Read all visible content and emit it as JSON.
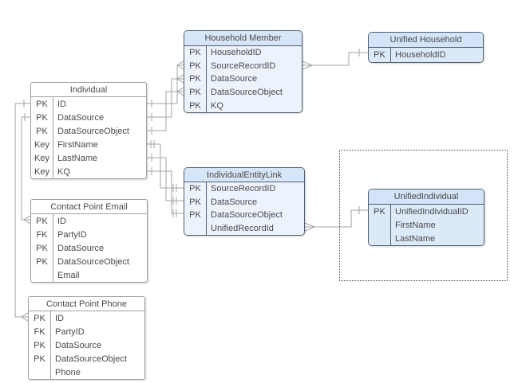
{
  "diagram_type": "entity-relationship-diagram",
  "colors": {
    "blue_header": "#d6e5f8",
    "blue_body": "#edf3fc",
    "deep_blue_body": "#dce9f9",
    "blue_border": "#51606e",
    "gray_border": "#9aa1a8",
    "connector": "#a3a3a3",
    "text": "#4a4a4a"
  },
  "entities": {
    "individual": {
      "title": "Individual",
      "rows": [
        {
          "key": "PK",
          "field": "ID"
        },
        {
          "key": "PK",
          "field": "DataSource"
        },
        {
          "key": "PK",
          "field": "DataSourceObject"
        },
        {
          "key": "Key",
          "field": "FirstName"
        },
        {
          "key": "Key",
          "field": "LastName"
        },
        {
          "key": "Key",
          "field": "KQ"
        }
      ]
    },
    "household_member": {
      "title": "Household Member",
      "rows": [
        {
          "key": "PK",
          "field": "HouseholdID"
        },
        {
          "key": "PK",
          "field": "SourceRecordID"
        },
        {
          "key": "PK",
          "field": "DataSource"
        },
        {
          "key": "PK",
          "field": "DataSourceObject"
        },
        {
          "key": "PK",
          "field": "KQ"
        }
      ]
    },
    "unified_household": {
      "title": "Unified Household",
      "rows": [
        {
          "key": "PK",
          "field": "HouseholdID"
        }
      ]
    },
    "individual_entity_link": {
      "title": "IndividualEntityLink",
      "rows": [
        {
          "key": "PK",
          "field": "SourceRecordID"
        },
        {
          "key": "PK",
          "field": "DataSource"
        },
        {
          "key": "PK",
          "field": "DataSourceObject"
        },
        {
          "key": "",
          "field": "UnifiedRecordId"
        }
      ]
    },
    "unified_individual": {
      "title": "UnifiedIndividual",
      "rows": [
        {
          "key": "PK",
          "field": "UnifiedIndividualID"
        },
        {
          "key": "",
          "field": "FirstName"
        },
        {
          "key": "",
          "field": "LastName"
        }
      ]
    },
    "contact_point_email": {
      "title": "Contact Point Email",
      "rows": [
        {
          "key": "PK",
          "field": "ID"
        },
        {
          "key": "FK",
          "field": "PartyID"
        },
        {
          "key": "PK",
          "field": "DataSource"
        },
        {
          "key": "PK",
          "field": "DataSourceObject"
        },
        {
          "key": "",
          "field": "Email"
        }
      ]
    },
    "contact_point_phone": {
      "title": "Contact Point Phone",
      "rows": [
        {
          "key": "PK",
          "field": "ID"
        },
        {
          "key": "FK",
          "field": "PartyID"
        },
        {
          "key": "PK",
          "field": "DataSource"
        },
        {
          "key": "PK",
          "field": "DataSourceObject"
        },
        {
          "key": "",
          "field": "Phone"
        }
      ]
    }
  },
  "relationships": [
    {
      "from": "Individual.ID",
      "to": "Household Member.SourceRecordID",
      "from_card": "one",
      "to_card": "many"
    },
    {
      "from": "Individual.DataSource",
      "to": "Household Member.DataSource",
      "from_card": "one",
      "to_card": "many"
    },
    {
      "from": "Individual.DataSourceObject",
      "to": "Household Member.DataSourceObject",
      "from_card": "one",
      "to_card": "many"
    },
    {
      "from": "Individual.FirstName",
      "to": "IndividualEntityLink.SourceRecordID",
      "from_card": "one",
      "to_card": "one"
    },
    {
      "from": "Individual.LastName",
      "to": "IndividualEntityLink.DataSource",
      "from_card": "one",
      "to_card": "one"
    },
    {
      "from": "Individual.KQ",
      "to": "IndividualEntityLink.DataSourceObject",
      "from_card": "one",
      "to_card": "one"
    },
    {
      "from": "Individual.ID",
      "to": "Contact Point Phone.ID",
      "from_card": "one",
      "to_card": "many"
    },
    {
      "from": "Individual.DataSource",
      "to": "Contact Point Email.ID",
      "from_card": "one",
      "to_card": "many"
    },
    {
      "from": "Household Member.SourceRecordID",
      "to": "Unified Household.HouseholdID",
      "from_card": "many",
      "to_card": "one"
    },
    {
      "from": "IndividualEntityLink.UnifiedRecordId",
      "to": "UnifiedIndividual.UnifiedIndividualID",
      "from_card": "many",
      "to_card": "one"
    }
  ]
}
